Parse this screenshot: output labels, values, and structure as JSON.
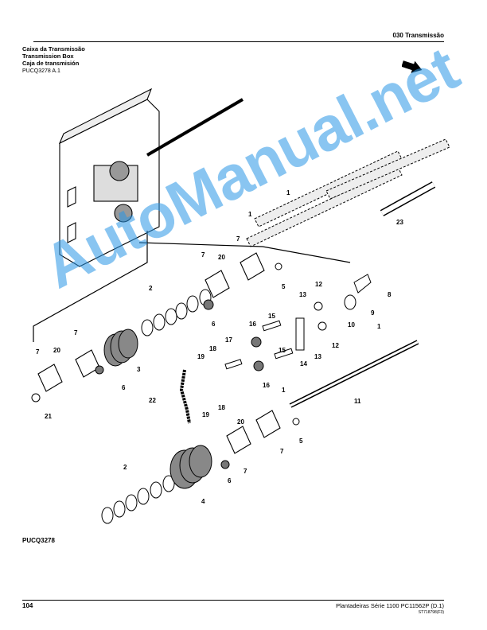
{
  "header": {
    "section": "030  Transmissão",
    "title_pt": "Caixa da Transmissão",
    "title_en": "Transmission Box",
    "title_es": "Caja de transmisión",
    "doc_ref": "PUCQ3278 A.1"
  },
  "figure": {
    "caption": "PUCQ3278",
    "labels": {
      "l1a": "1",
      "l1b": "1",
      "l1c": "1",
      "l1d": "1",
      "l2a": "2",
      "l2b": "2",
      "l3": "3",
      "l4": "4",
      "l5a": "5",
      "l5b": "5",
      "l6a": "6",
      "l6b": "6",
      "l6c": "6",
      "l7a": "7",
      "l7b": "7",
      "l7c": "7",
      "l7d": "7",
      "l7e": "7",
      "l7f": "7",
      "l8": "8",
      "l9": "9",
      "l10": "10",
      "l11": "11",
      "l12a": "12",
      "l12b": "12",
      "l13a": "13",
      "l13b": "13",
      "l14": "14",
      "l15a": "15",
      "l15b": "15",
      "l16a": "16",
      "l16b": "16",
      "l17": "17",
      "l18a": "18",
      "l18b": "18",
      "l19a": "19",
      "l19b": "19",
      "l20a": "20",
      "l20b": "20",
      "l20c": "20",
      "l21": "21",
      "l22": "22",
      "l23": "23"
    }
  },
  "watermark": "AutoManual.net",
  "footer": {
    "page_number": "104",
    "manual": "Plantadeiras Série 1100    PC11562P    (D.1)",
    "code": "ST718798(F3)"
  }
}
